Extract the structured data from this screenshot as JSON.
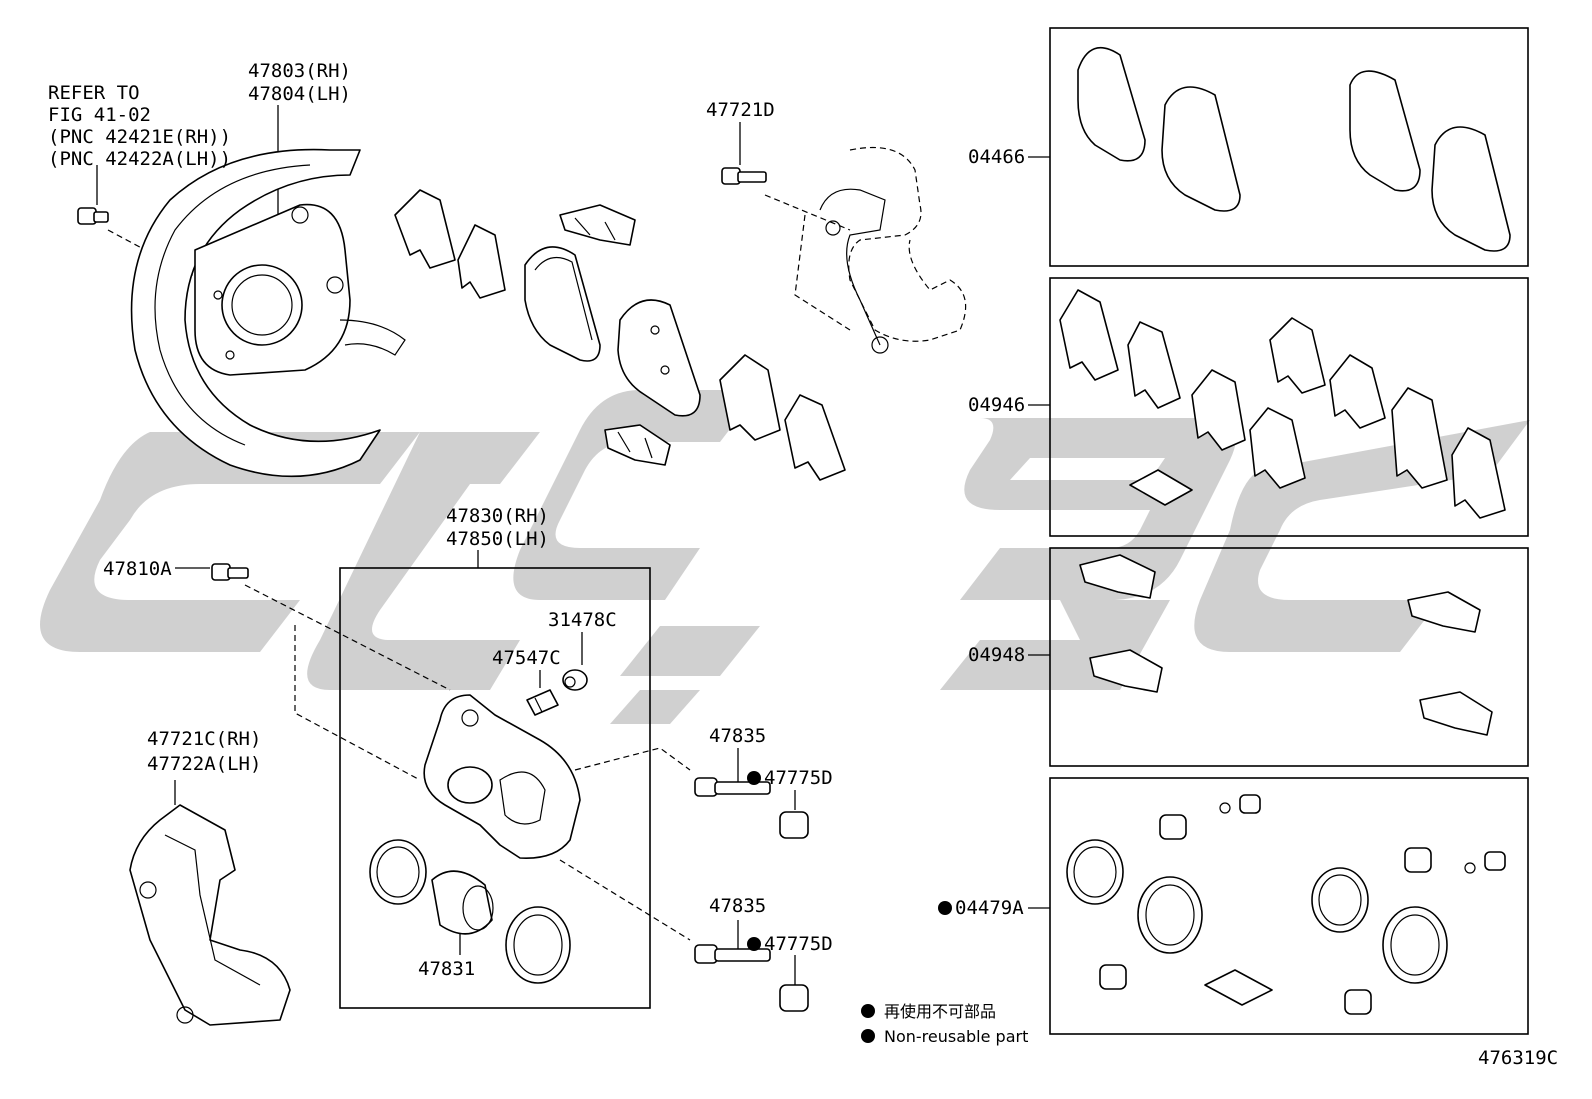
{
  "labels": {
    "refer_note": [
      "REFER TO",
      "FIG 41-02",
      "(PNC 42421E(RH))",
      "(PNC 42422A(LH))"
    ],
    "dust_cover": [
      "47803(RH)",
      "47804(LH)"
    ],
    "bolt_upper": "47721D",
    "caliper_assy": [
      "47830(RH)",
      "47850(LH)"
    ],
    "bolt_left": "47810A",
    "cap_bleeder": "31478C",
    "bleeder_plug": "47547C",
    "piston": "47831",
    "mounting_lower": [
      "47721C(RH)",
      "47722A(LH)"
    ],
    "slide_pin_upper": "47835",
    "boot_upper": "47775D",
    "slide_pin_lower": "47835",
    "boot_lower": "47775D",
    "kit_pads": "04466",
    "kit_shims": "04946",
    "kit_clips": "04948",
    "kit_cylinder": "04479A",
    "figure_id": "476319C"
  },
  "legend": {
    "jp": "再使用不可部品",
    "en": "Non-reusable part"
  },
  "colors": {
    "ink": "#000000",
    "watermark": "#c8c8c8",
    "background": "#ffffff"
  }
}
